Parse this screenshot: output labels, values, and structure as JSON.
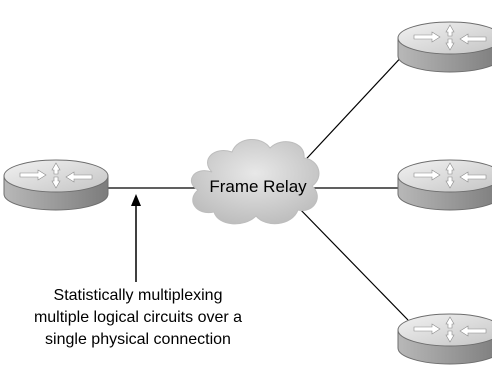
{
  "cloud": {
    "label": "Frame Relay"
  },
  "annotation": {
    "lines": [
      "Statistically multiplexing",
      "multiple logical circuits over a",
      "single physical connection"
    ]
  },
  "colors": {
    "router_top": "#d9d9d9",
    "router_side": "#a6a6a6",
    "router_edge": "#6e6e6e",
    "cloud_fill": "#d4d4d4",
    "line": "#000000"
  },
  "routers": [
    {
      "name": "router-left",
      "role": "local"
    },
    {
      "name": "router-top-right",
      "role": "remote"
    },
    {
      "name": "router-middle-right",
      "role": "remote"
    },
    {
      "name": "router-bottom-right",
      "role": "remote"
    }
  ]
}
